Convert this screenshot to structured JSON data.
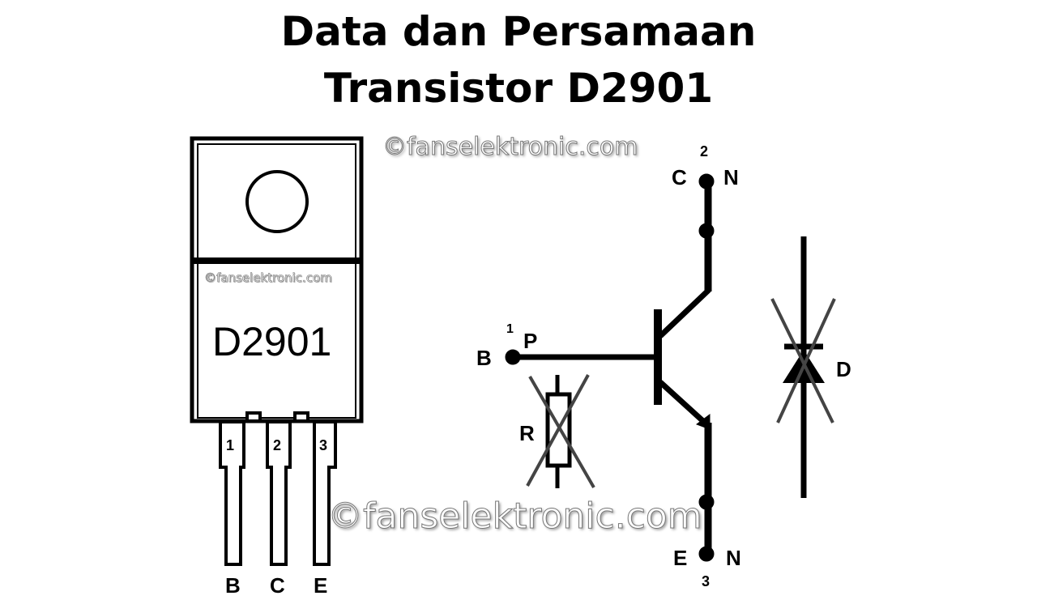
{
  "title": {
    "line1": "Data dan Persamaan",
    "line2": "Transistor D2901"
  },
  "watermarks": {
    "top": "©fanselektronic.com",
    "package": "©fanselektronic.com",
    "bottom": "©fanselektronic.com"
  },
  "package": {
    "part_number": "D2901",
    "pins": [
      {
        "number": "1",
        "name": "B"
      },
      {
        "number": "2",
        "name": "C"
      },
      {
        "number": "3",
        "name": "E"
      }
    ]
  },
  "schematic": {
    "base": {
      "label": "B",
      "pin": "1",
      "type": "P"
    },
    "collector": {
      "label": "C",
      "pin": "2",
      "type": "N"
    },
    "emitter": {
      "label": "E",
      "pin": "3",
      "type": "N"
    },
    "resistor_label": "R",
    "diode_label": "D"
  }
}
